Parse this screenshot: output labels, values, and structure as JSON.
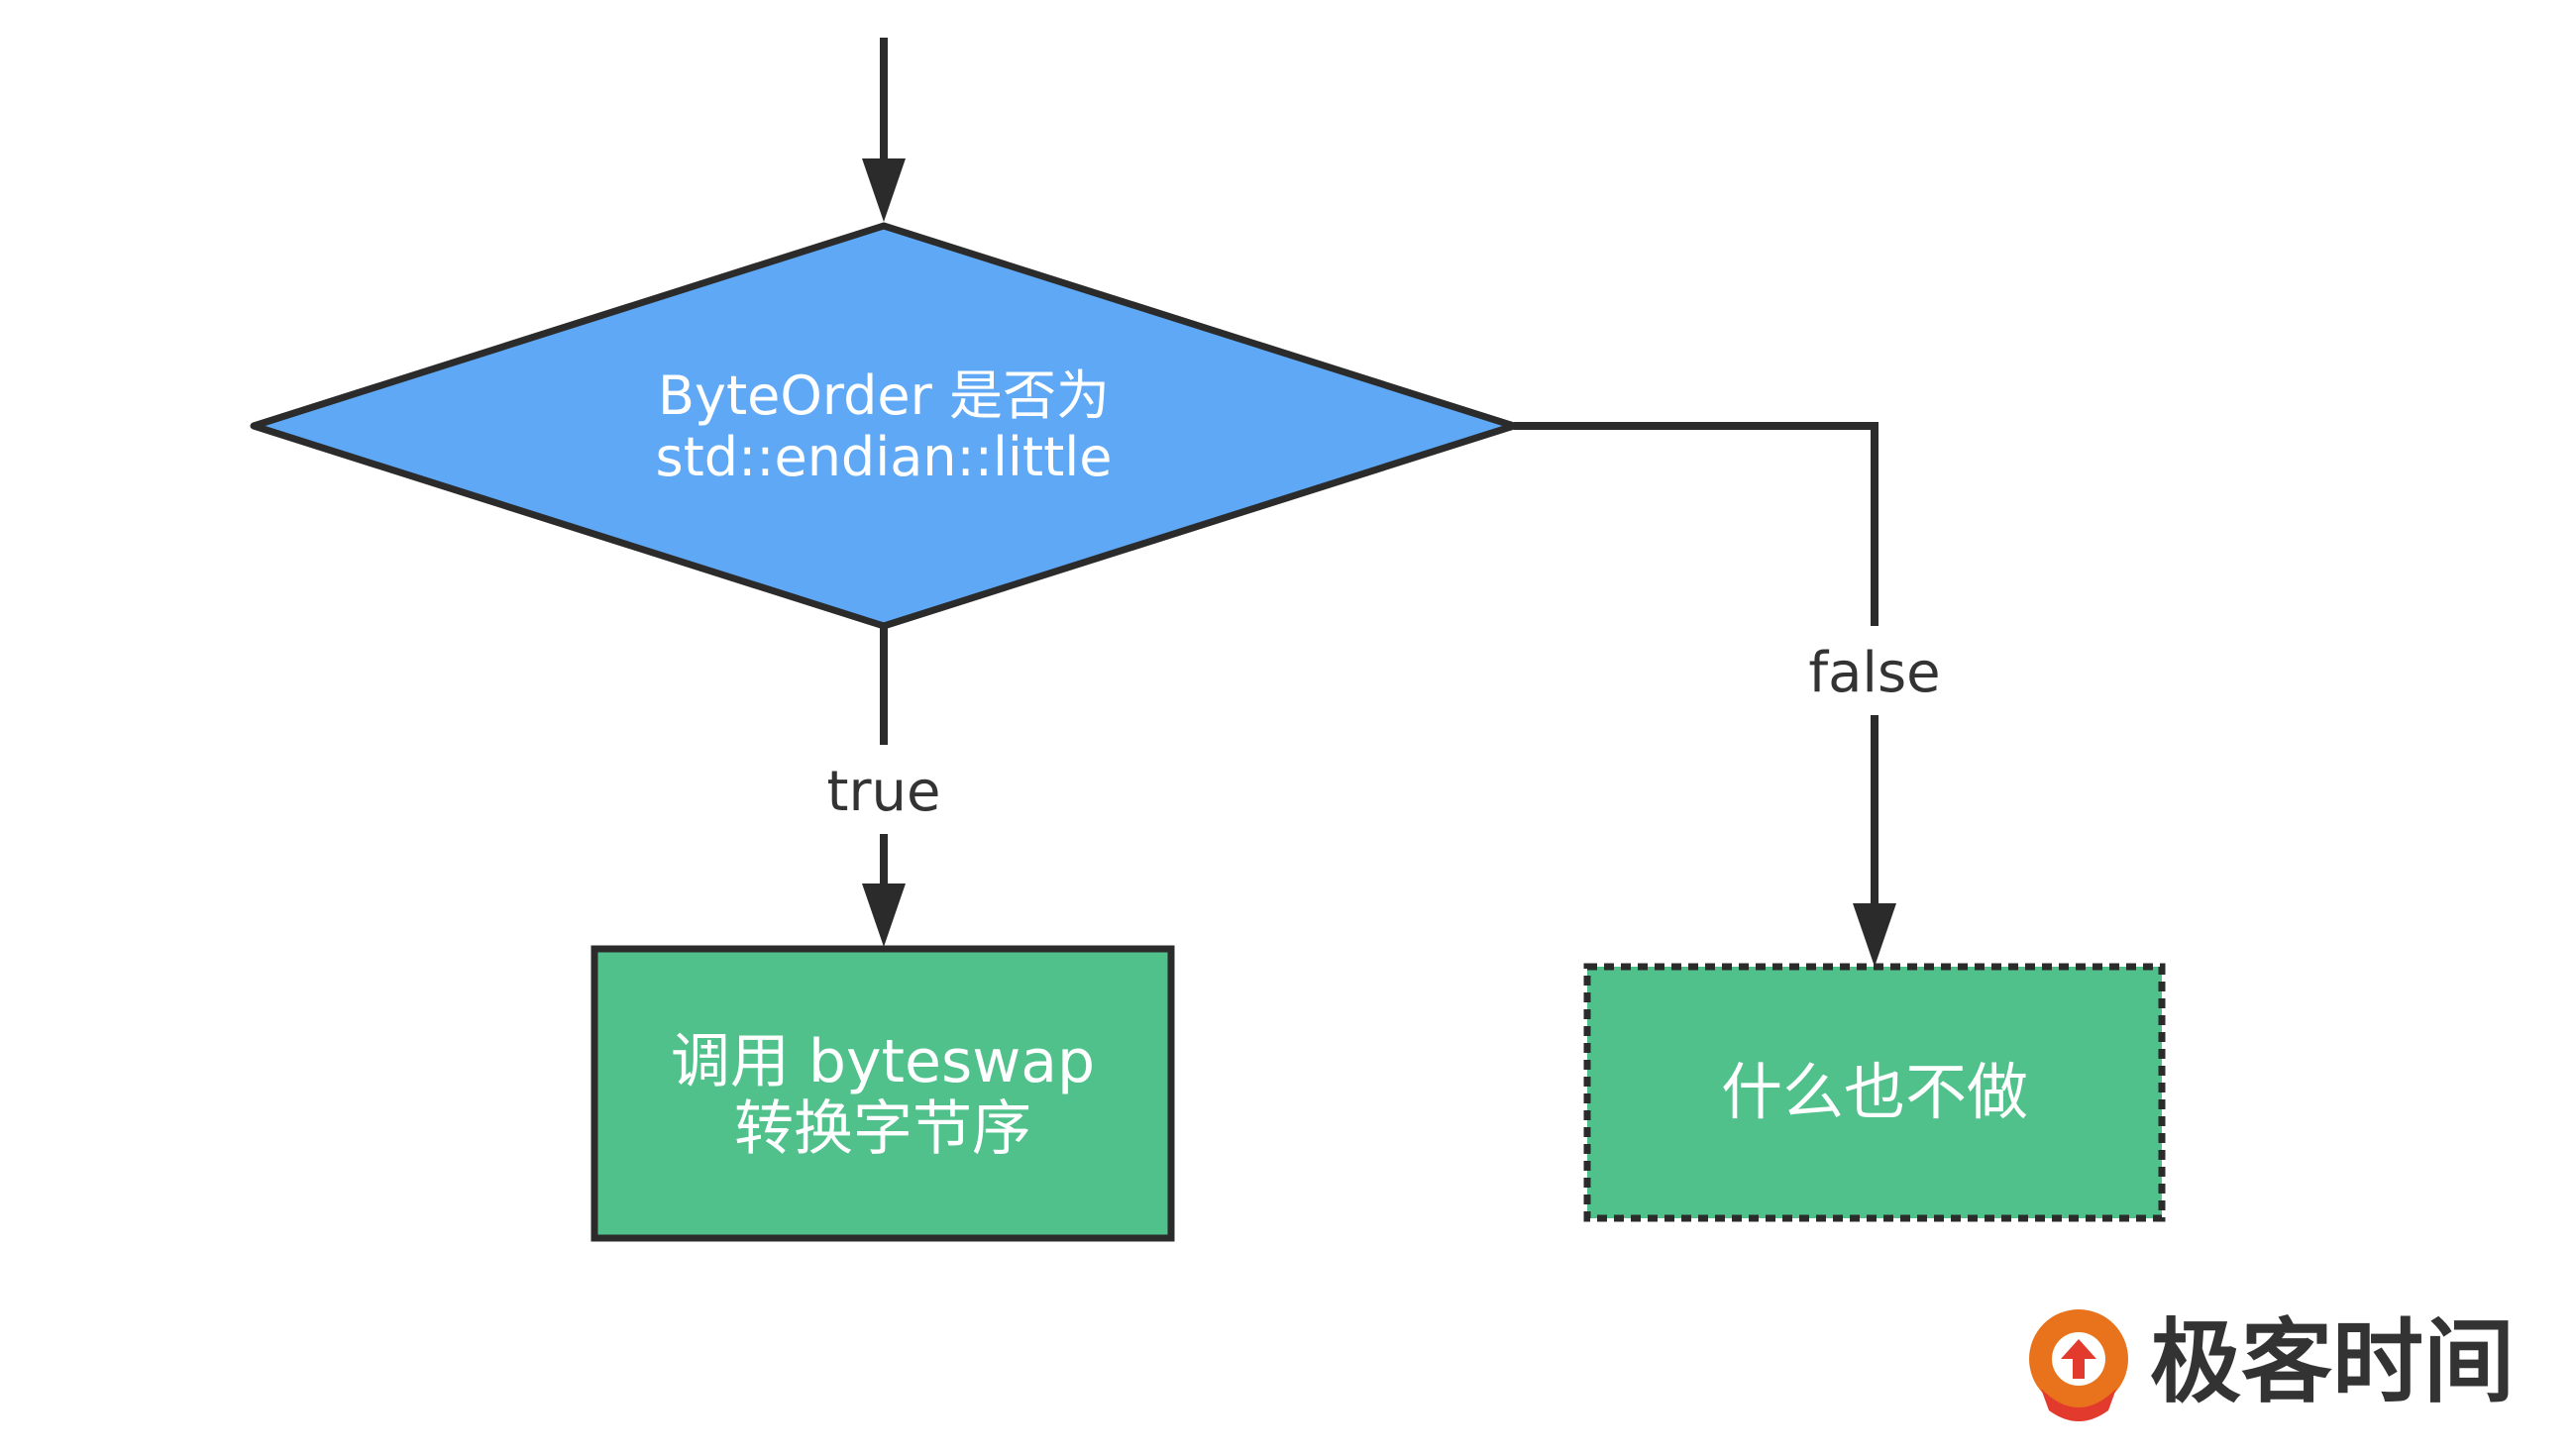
{
  "colors": {
    "stroke": "#2b2b2b",
    "decision_fill": "#5fa8f5",
    "process_fill": "#50c18b",
    "label_text": "#333333",
    "node_text": "#ffffff",
    "logo_orange": "#e8731c",
    "logo_red": "#e23b2e"
  },
  "decision": {
    "line1": "ByteOrder 是否为",
    "line2": "std::endian::little"
  },
  "branches": {
    "true_label": "true",
    "false_label": "false"
  },
  "process_true": {
    "line1": "调用 byteswap",
    "line2": "转换字节序"
  },
  "process_false": {
    "label": "什么也不做"
  },
  "brand": {
    "icon": "geektime-logo-icon",
    "text": "极客时间"
  }
}
